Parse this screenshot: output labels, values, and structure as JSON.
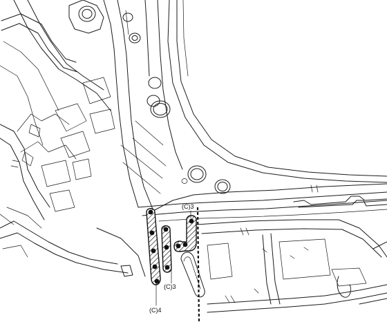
{
  "callouts": {
    "top": "(C)3",
    "middle": "(C)3",
    "bottom": "(C)4"
  },
  "colors": {
    "line": "#1a1a1a",
    "background": "#ffffff"
  }
}
